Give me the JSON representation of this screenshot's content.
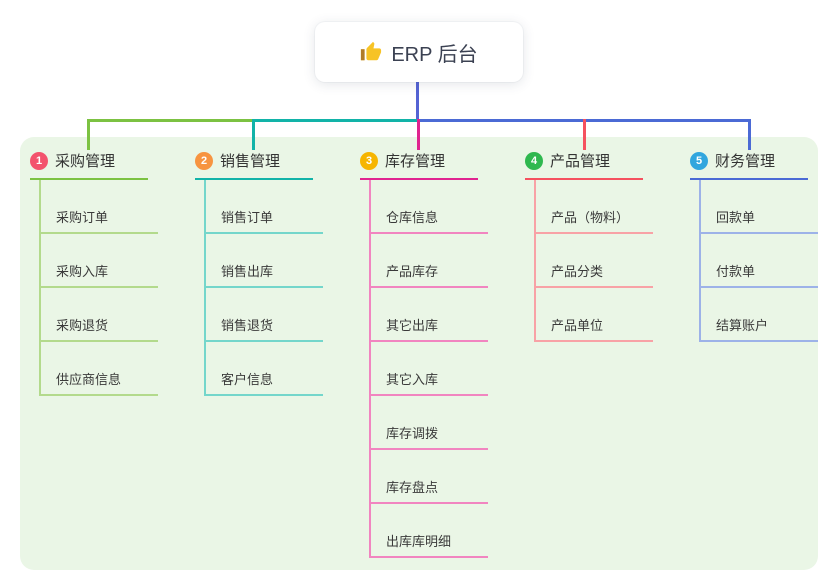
{
  "root": {
    "title": "ERP 后台",
    "icon": "thumbs-up-icon",
    "icon_color": "#f7c325",
    "stem_color": "#5463d4"
  },
  "panel": {
    "background": "#eaf6e6"
  },
  "branches": [
    {
      "number": "1",
      "title": "采购管理",
      "badge_color": "#f3536d",
      "line_color": "#7cc242",
      "child_line_color": "#b3da8c",
      "children": [
        "采购订单",
        "采购入库",
        "采购退货",
        "供应商信息"
      ]
    },
    {
      "number": "2",
      "title": "销售管理",
      "badge_color": "#f79440",
      "line_color": "#12b3a8",
      "child_line_color": "#74d6cb",
      "children": [
        "销售订单",
        "销售出库",
        "销售退货",
        "客户信息"
      ]
    },
    {
      "number": "3",
      "title": "库存管理",
      "badge_color": "#f6b500",
      "line_color": "#e02490",
      "child_line_color": "#f185c0",
      "children": [
        "仓库信息",
        "产品库存",
        "其它出库",
        "其它入库",
        "库存调拨",
        "库存盘点",
        "出库库明细"
      ]
    },
    {
      "number": "4",
      "title": "产品管理",
      "badge_color": "#2fb84f",
      "line_color": "#f5515f",
      "child_line_color": "#f8a2a6",
      "children": [
        "产品（物料）",
        "产品分类",
        "产品单位"
      ]
    },
    {
      "number": "5",
      "title": "财务管理",
      "badge_color": "#31a6de",
      "line_color": "#4b6ad5",
      "child_line_color": "#9db2e8",
      "children": [
        "回款单",
        "付款单",
        "结算账户"
      ]
    }
  ]
}
